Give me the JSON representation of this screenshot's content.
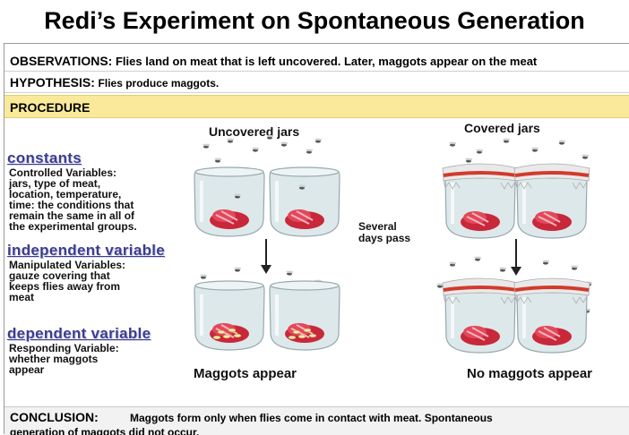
{
  "title": "Redi’s Experiment on Spontaneous Generation",
  "observations": {
    "label": "OBSERVATIONS:",
    "text": "Flies land on meat that is left uncovered.  Later, maggots appear on the meat"
  },
  "hypothesis": {
    "label": "HYPOTHESIS:",
    "text": "Flies produce maggots."
  },
  "procedure": {
    "label": "PROCEDURE"
  },
  "groups": {
    "uncovered_heading": "Uncovered jars",
    "covered_heading": "Covered jars",
    "uncovered_result": "Maggots appear",
    "covered_result": "No maggots appear"
  },
  "time_label": {
    "line1": "Several",
    "line2": "days pass"
  },
  "variables": {
    "constants": {
      "title": "constants",
      "line1": "Controlled Variables:",
      "line2": "jars, type of meat,",
      "line3": "location, temperature,",
      "line4": "time: the conditions that",
      "line5": "remain the same in all of",
      "line6": "the experimental groups."
    },
    "independent": {
      "title": "independent variable",
      "line1": "Manipulated Variables:",
      "line2": "gauze covering that",
      "line3": "keeps flies away from",
      "line4": "meat"
    },
    "dependent": {
      "title": "dependent variable",
      "line1": "Responding Variable:",
      "line2": "whether maggots",
      "line3": "appear"
    }
  },
  "conclusion": {
    "label": "CONCLUSION:",
    "line1": "Maggots form only when flies come in contact with meat. Spontaneous",
    "line2": "generation of maggots did not occur."
  },
  "colors": {
    "procedure_band": "#fae99a",
    "variable_title": "#3c3c8f",
    "meat": "#c8283a",
    "gauze_band": "#d23a2c",
    "jar_glass": "#dde8ea"
  },
  "icons": [
    "fly-icon",
    "jar-icon",
    "meat-icon",
    "maggot-icon",
    "down-arrow-icon",
    "gauze-cover-icon"
  ]
}
